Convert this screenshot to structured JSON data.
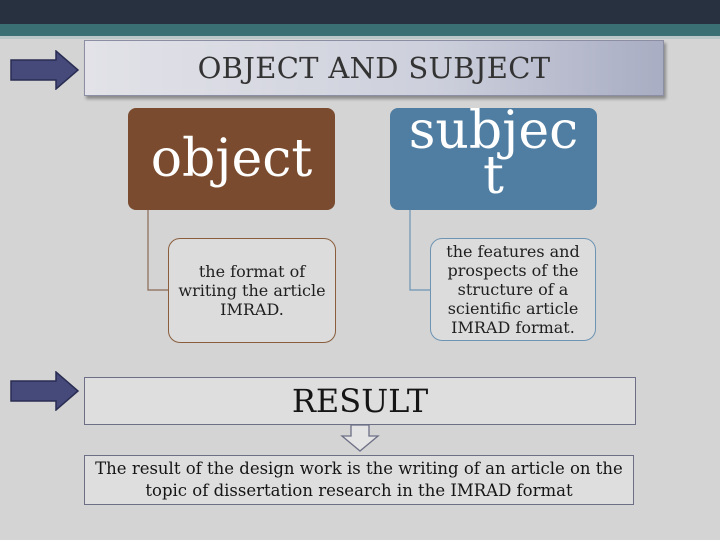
{
  "title": "OBJECT AND SUBJECT",
  "object": {
    "label": "object",
    "description": "the format of writing the article IMRAD."
  },
  "subject": {
    "label_line1": "subjec",
    "label_line2": "t",
    "description": "the features and prospects of the structure of a scientific article IMRAD format."
  },
  "result": {
    "heading": "RESULT",
    "text": "The result of the design work is the writing of an article on the topic of dissertation research in the IMRAD format"
  },
  "colors": {
    "object_fill": "#7a4b2e",
    "subject_fill": "#4f7ea2",
    "arrow_fill": "#454a7a",
    "header_bar": "#27313f",
    "header_stripe": "#3a6f73"
  },
  "icons": {
    "pointer_arrow": "right-arrow-icon",
    "flow_arrow": "down-arrow-icon"
  }
}
